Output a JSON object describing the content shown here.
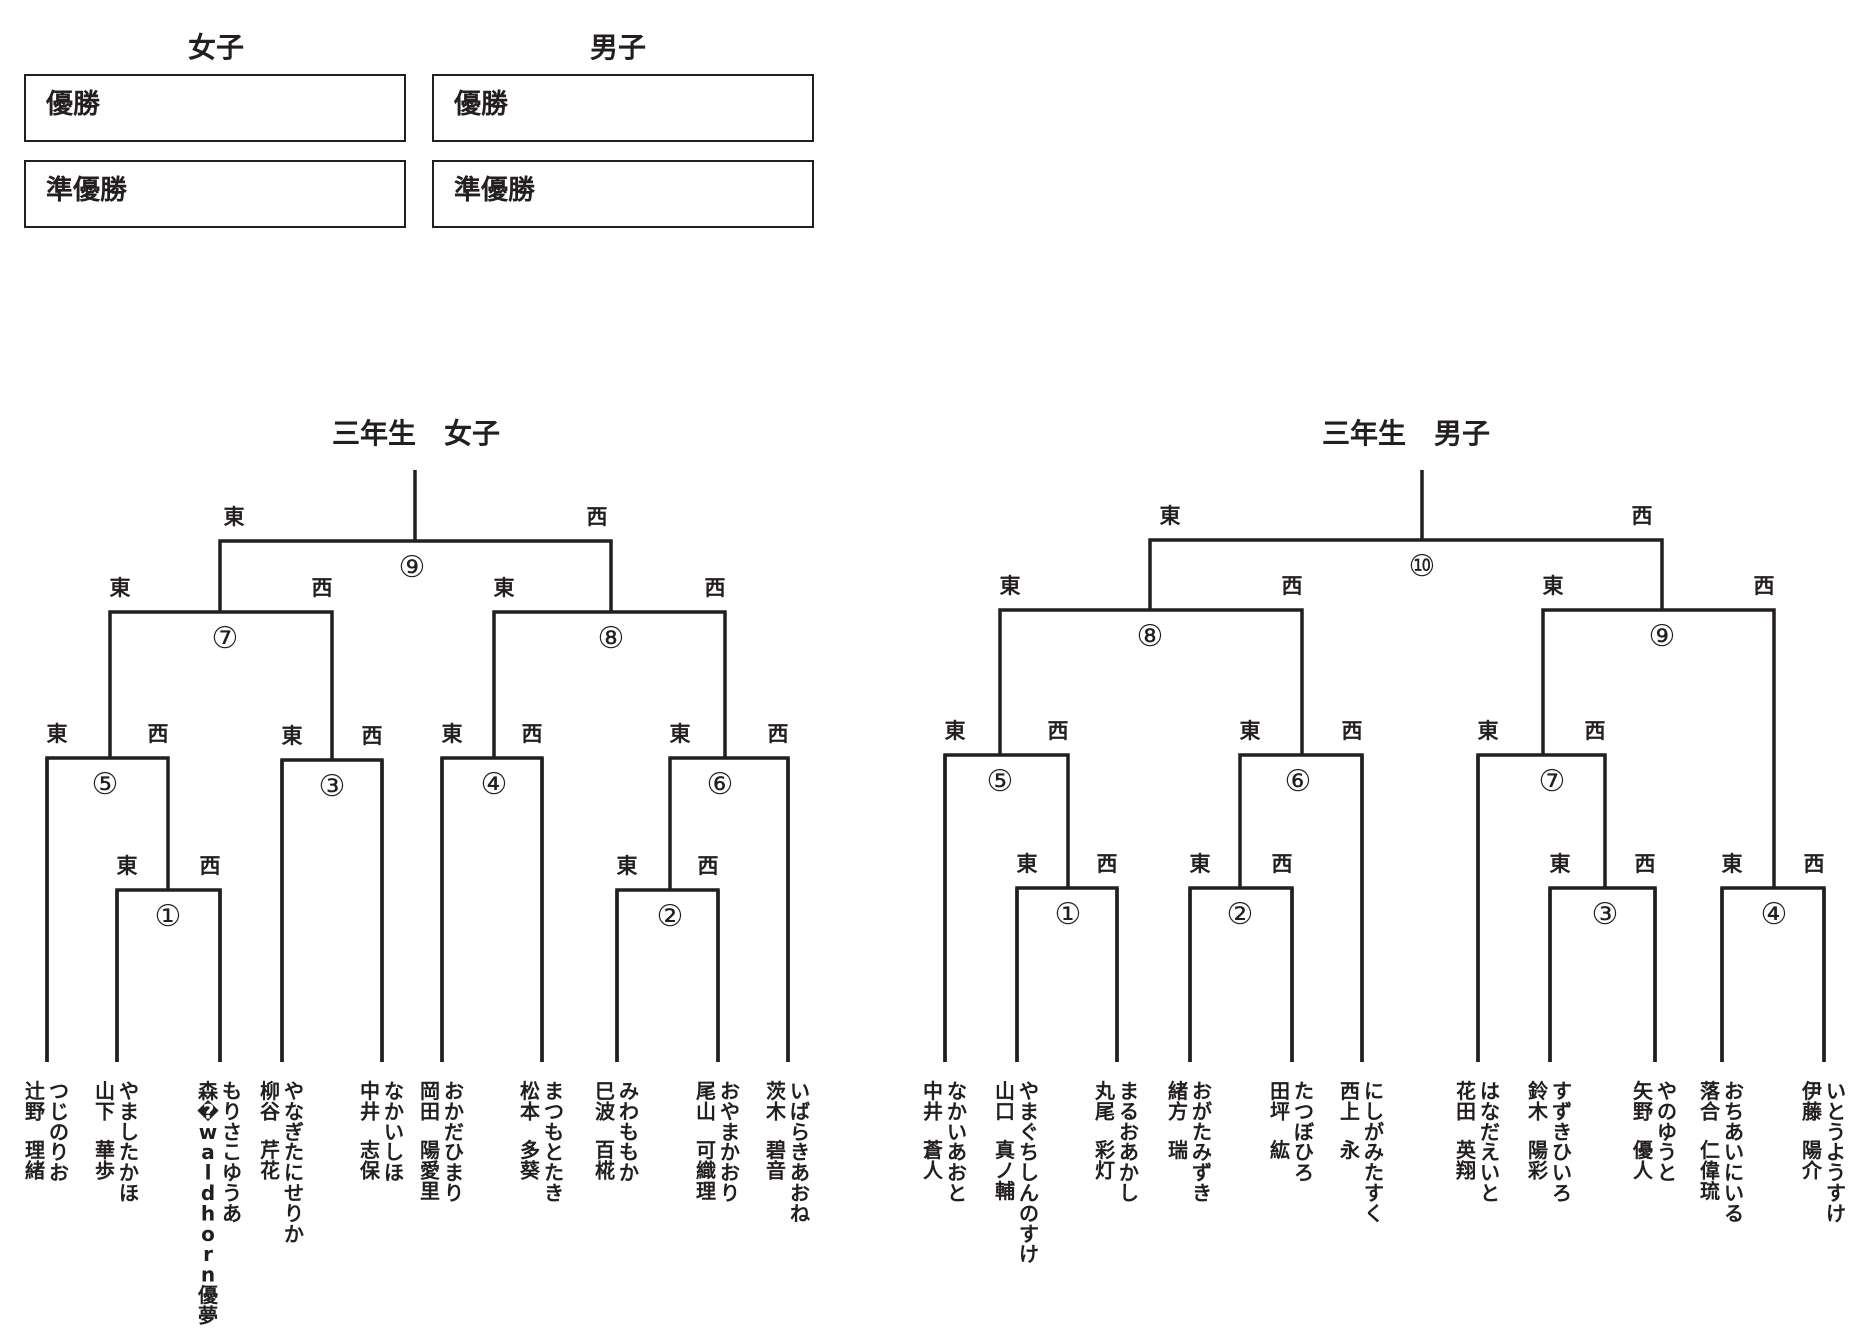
{
  "results": {
    "girls": {
      "heading": "女子",
      "winner_label": "優勝",
      "runnerup_label": "準優勝"
    },
    "boys": {
      "heading": "男子",
      "winner_label": "優勝",
      "runnerup_label": "準優勝"
    }
  },
  "brackets": {
    "girls": {
      "title": "三年生　女子",
      "east": "東",
      "west": "西",
      "players": [
        {
          "kanji": "辻野　理緒",
          "kana": "つじのりお"
        },
        {
          "kanji": "山下　華歩",
          "kana": "やましたかほ"
        },
        {
          "kanji": "森�waldhorn優夢",
          "kana": "もりさこゆうあ"
        },
        {
          "kanji": "柳谷　芹花",
          "kana": "やなぎたにせりか"
        },
        {
          "kanji": "中井　志保",
          "kana": "なかいしほ"
        },
        {
          "kanji": "岡田　陽愛里",
          "kana": "おかだひまり"
        },
        {
          "kanji": "松本　多葵",
          "kana": "まつもとたき"
        },
        {
          "kanji": "巳波　百椛",
          "kana": "みわももか"
        },
        {
          "kanji": "尾山　可織理",
          "kana": "おやまかおり"
        },
        {
          "kanji": "茨木　碧音",
          "kana": "いばらきあおね"
        }
      ],
      "match_numbers": [
        "①",
        "②",
        "③",
        "④",
        "⑤",
        "⑥",
        "⑦",
        "⑧",
        "⑨"
      ]
    },
    "boys": {
      "title": "三年生　男子",
      "east": "東",
      "west": "西",
      "players": [
        {
          "kanji": "中井　蒼人",
          "kana": "なかいあおと"
        },
        {
          "kanji": "山口　真ノ輔",
          "kana": "やまぐちしんのすけ"
        },
        {
          "kanji": "丸尾　彩灯",
          "kana": "まるおあかし"
        },
        {
          "kanji": "緒方　瑞",
          "kana": "おがたみずき"
        },
        {
          "kanji": "田坪　紘",
          "kana": "たつぼひろ"
        },
        {
          "kanji": "西上　永",
          "kana": "にしがみたすく"
        },
        {
          "kanji": "花田　英翔",
          "kana": "はなだえいと"
        },
        {
          "kanji": "鈴木　陽彩",
          "kana": "すずきひいろ"
        },
        {
          "kanji": "矢野　優人",
          "kana": "やのゆうと"
        },
        {
          "kanji": "落合　仁偉琉",
          "kana": "おちあいにいる"
        },
        {
          "kanji": "伊藤　陽介",
          "kana": "いとうようすけ"
        }
      ],
      "match_numbers": [
        "①",
        "②",
        "③",
        "④",
        "⑤",
        "⑥",
        "⑦",
        "⑧",
        "⑨",
        "⑩"
      ]
    }
  }
}
